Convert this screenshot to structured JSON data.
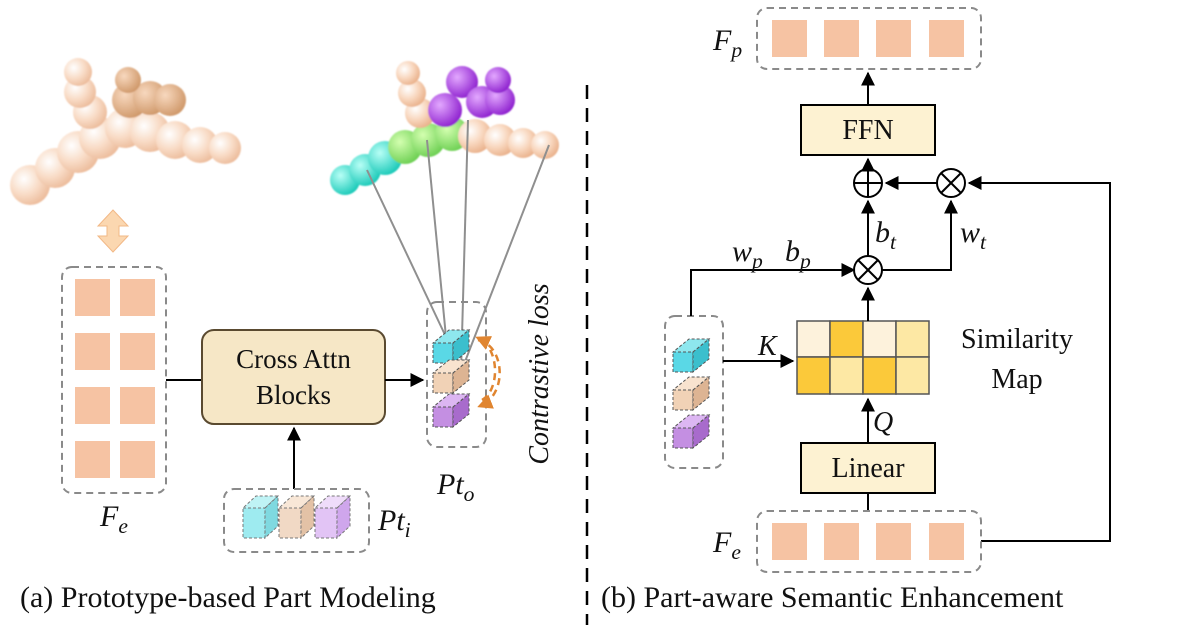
{
  "panel_a": {
    "caption": "(a) Prototype-based Part Modeling",
    "block_line1": "Cross Attn",
    "block_line2": "Blocks",
    "fe": {
      "base": "F",
      "sub": "e"
    },
    "pti": {
      "base": "Pt",
      "sub": "i"
    },
    "pto": {
      "base": "Pt",
      "sub": "o"
    },
    "loss": "Contrastive loss"
  },
  "panel_b": {
    "caption": "(b) Part-aware Semantic Enhancement",
    "ffn": "FFN",
    "linear": "Linear",
    "sim_line1": "Similarity",
    "sim_line2": "Map",
    "fp": {
      "base": "F",
      "sub": "p"
    },
    "fe": {
      "base": "F",
      "sub": "e"
    },
    "k": "K",
    "q": "Q",
    "wp": {
      "base": "w",
      "sub": "p"
    },
    "bp": {
      "base": "b",
      "sub": "p"
    },
    "bt": {
      "base": "b",
      "sub": "t"
    },
    "wt": {
      "base": "w",
      "sub": "t"
    }
  },
  "colors": {
    "feature_cell": "#f6c3a3",
    "block_fill": "#fdf2d2",
    "block_stroke": "#000000",
    "cross_attn_fill": "#f6e7c6",
    "cross_attn_stroke": "#5a4a30",
    "dashed_border": "#8a8a8a",
    "sim_dark": "#fbc93a",
    "sim_light": "#fde8a4",
    "sim_pale": "#fdf2dc",
    "token_cyan": "#5ad8e6",
    "token_beige": "#f1d2b6",
    "token_purple": "#c48fe2",
    "loss_arrow": "#e08530"
  }
}
